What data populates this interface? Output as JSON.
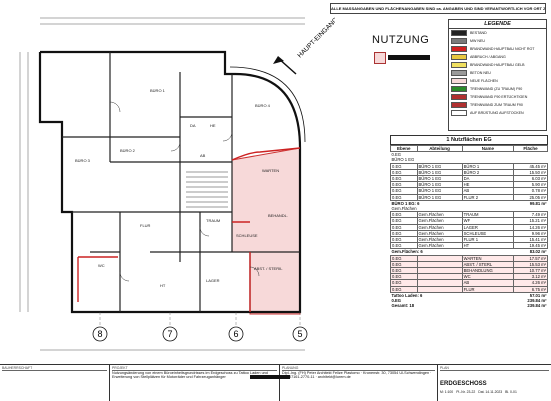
{
  "notice": "ALLE MASSANGABEN UND FLÄCHENANGABEN SIND ca. ANGABEN UND SIND VERANTWORTLICH VOR ORT ZU PRÜFEN!",
  "plan": {
    "entrance_label": "HAUPT-EINGANG",
    "axis_labels": [
      "8",
      "7",
      "6",
      "5"
    ],
    "room_labels": [
      "BÜRO 1",
      "BÜRO 2",
      "BÜRO 3",
      "BÜRO 4",
      "DA",
      "HE",
      "AB",
      "FLUR",
      "TRAUM",
      "WARTEN",
      "LAGER",
      "SCHLEUSE",
      "ABST. / STERIL",
      "BEHANDL.",
      "WC",
      "HT"
    ]
  },
  "nutzung_title": "NUTZUNG",
  "legend": {
    "title": "LEGENDE",
    "items": [
      {
        "label": "BESTAND",
        "color": "#222222"
      },
      {
        "label": "MW NEU",
        "color": "#7a7a7a"
      },
      {
        "label": "BRANDWAND HAUPTBAU NICHT ROT",
        "color": "#d22020"
      },
      {
        "label": "ABBRUCH / ABGANG",
        "color": "#e8c840"
      },
      {
        "label": "BRANDWAND HAUPTBAU GELB",
        "color": "#f0e060"
      },
      {
        "label": "BETON NEU",
        "color": "#9a9a9a"
      },
      {
        "label": "NEUE FLÄCHEN",
        "color": "#f7d9d9"
      },
      {
        "label": "TRENNWAND (ZU TRAUM) F90",
        "color": "#2a8a2a"
      },
      {
        "label": "TRENNWAND F90 ERTÜCHTIGEN",
        "color": "#b03030"
      },
      {
        "label": "TRENNWAND ZUM TRAUM F90",
        "color": "#b03030"
      },
      {
        "label": "AUF BRÜSTUNG AUFSTOCKEN",
        "color": "#ffffff"
      }
    ]
  },
  "table": {
    "title": "1 Nutzflächen EG",
    "columns": [
      "Ebene",
      "Abteilung",
      "Name",
      "Fläche"
    ],
    "sections": [
      {
        "heading": "0.EG",
        "subheading": "BÜRO 1 EG",
        "rows": [
          [
            "0.EG",
            "BÜRO 1 EG",
            "BÜRO 1",
            "45.45 m²"
          ],
          [
            "0.EG",
            "BÜRO 1 EG",
            "BÜRO 2",
            "15.50 m²"
          ],
          [
            "0.EG",
            "BÜRO 1 EG",
            "DA",
            "6.03 m²"
          ],
          [
            "0.EG",
            "BÜRO 1 EG",
            "HE",
            "5.90 m²"
          ],
          [
            "0.EG",
            "BÜRO 1 EG",
            "AB",
            "0.78 m²"
          ],
          [
            "0.EG",
            "BÜRO 1 EG",
            "FLUR 2",
            "25.05 m²"
          ]
        ],
        "total_label": "BÜRO 1 EG: 6",
        "total_value": "99.81 m²"
      },
      {
        "heading": "Gem.Flächen",
        "rows": [
          [
            "0.EG",
            "Gem.Flächen",
            "TRAUM",
            "7.49 m²"
          ],
          [
            "0.EG",
            "Gem.Flächen",
            "WF",
            "15.21 m²"
          ],
          [
            "0.EG",
            "Gem.Flächen",
            "LAGER",
            "14.26 m²"
          ],
          [
            "0.EG",
            "Gem.Flächen",
            "SCHLEUSE",
            "9.96 m²"
          ],
          [
            "0.EG",
            "Gem.Flächen",
            "FLUR 1",
            "15.41 m²"
          ],
          [
            "0.EG",
            "Gem.Flächen",
            "HT",
            "19.45 m²"
          ]
        ],
        "total_label": "Gem.Flächen: 6",
        "total_value": "83.02 m²"
      },
      {
        "heading": "",
        "rows": [
          [
            "0.EG",
            "",
            "WARTEN",
            "17.57 m²"
          ],
          [
            "0.EG",
            "",
            "ABST. / STERL",
            "15.53 m²"
          ],
          [
            "0.EG",
            "",
            "BEHANDLUNG",
            "10.77 m²"
          ],
          [
            "0.EG",
            "",
            "WC",
            "3.12 m²"
          ],
          [
            "0.EG",
            "",
            "AB",
            "4.26 m²"
          ],
          [
            "0.EG",
            "",
            "FLUR",
            "6.75 m²"
          ]
        ],
        "total_label": "Tattoo Laden: 6",
        "total_value": "57.01 m²"
      }
    ],
    "grand_rows": [
      [
        "0.EG",
        "239.84 m²"
      ],
      [
        "Gesamt: 18",
        "239.84 m²"
      ]
    ]
  },
  "footer": {
    "cells": [
      {
        "label": "BAUHERRSCHAFT",
        "text": ""
      },
      {
        "label": "PROJEKT",
        "text": "Nutzungsänderung von einem Büroeinheitsgrundrisses im Erdgeschoss zu Tattoo Laden und Erweiterung von Stellplätzen für Motorräder und Fahrzeuganhänger"
      },
      {
        "label": "PLANUNG",
        "text": "Dipl.-Ing. (FH) Peter Architekt Felize Plastomo · Kronenstr. 30, 73054 Ul-Schwendingen · Tel. 07161-2770-11 · architekt@lorem.de"
      },
      {
        "label": "PLAN",
        "text": "ERDGESCHOSS"
      }
    ],
    "meta": [
      "M: 1:100",
      "Pl.-Nr. 23-22",
      "Dat. 14.11.2023",
      "Bl. 0-01"
    ]
  }
}
